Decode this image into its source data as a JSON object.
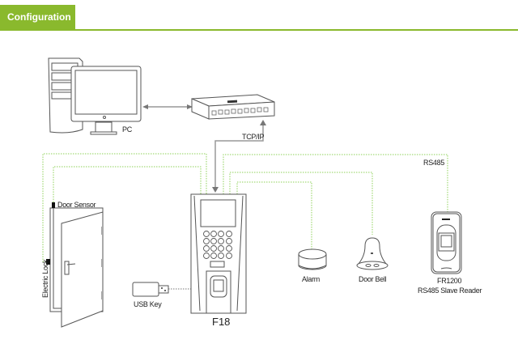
{
  "section": {
    "title": "Configuration",
    "accent_color": "#8ab92d"
  },
  "diagram": {
    "labels": {
      "pc": "PC",
      "tcpip": "TCP/IP",
      "rs485": "RS485",
      "door_sensor": "Door Sensor",
      "electric_lock": "Electric Lock",
      "usb_key": "USB Key",
      "main_device": "F18",
      "alarm": "Alarm",
      "door_bell": "Door Bell",
      "slave_reader_model": "FR1200",
      "slave_reader_desc": "RS485 Slave Reader"
    },
    "wire_color": "#8fd15a",
    "network_line_color": "#999999"
  }
}
